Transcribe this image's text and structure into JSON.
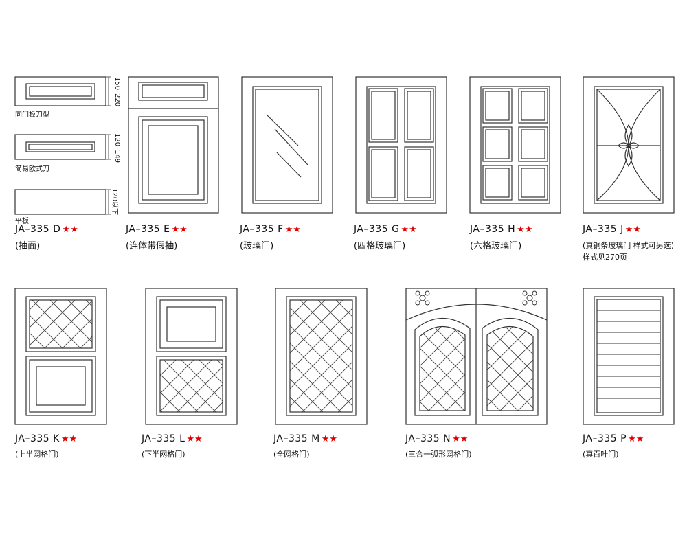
{
  "drawer_variants": [
    {
      "caption": "同门板刀型",
      "dimension": "150–220"
    },
    {
      "caption": "简易欧式刀",
      "dimension": "120–149"
    },
    {
      "caption": "平板",
      "dimension": "120以下"
    }
  ],
  "doors": [
    {
      "code": "JA–335  D",
      "stars": "★★",
      "desc": "(抽面)"
    },
    {
      "code": "JA–335  E",
      "stars": "★★",
      "desc": "(连体带假抽)"
    },
    {
      "code": "JA–335  F",
      "stars": "★★",
      "desc": "(玻璃门)"
    },
    {
      "code": "JA–335  G",
      "stars": "★★",
      "desc": "(四格玻璃门)"
    },
    {
      "code": "JA–335  H",
      "stars": "★★",
      "desc": "(六格玻璃门)"
    },
    {
      "code": "JA–335  J",
      "stars": "★★",
      "desc": "(真铜条玻璃门  样式可另选)",
      "desc2": "样式见270页"
    },
    {
      "code": "JA–335  K",
      "stars": "★★",
      "desc": "(上半网格门)"
    },
    {
      "code": "JA–335  L",
      "stars": "★★",
      "desc": "(下半网格门)"
    },
    {
      "code": "JA–335  M",
      "stars": "★★",
      "desc": "(全网格门)"
    },
    {
      "code": "JA–335  N",
      "stars": "★★",
      "desc": "(三合一弧形网格门)"
    },
    {
      "code": "JA–335  P",
      "stars": "★★",
      "desc": "(真百叶门)"
    }
  ]
}
